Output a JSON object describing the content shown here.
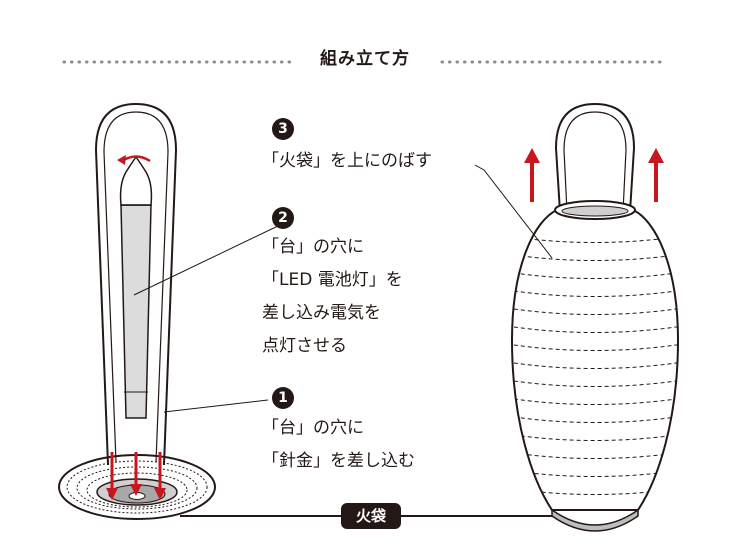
{
  "title": "組み立て方",
  "steps": [
    {
      "number": "3",
      "lines": [
        "「火袋」を上にのばす"
      ]
    },
    {
      "number": "2",
      "lines": [
        "「台」の穴に",
        "「LED 電池灯」を",
        "差し込み電気を",
        "点灯させる"
      ]
    },
    {
      "number": "1",
      "lines": [
        "「台」の穴に",
        "「針金」を差し込む"
      ]
    }
  ],
  "parts": {
    "lantern_label": "火袋"
  },
  "colors": {
    "ink": "#231815",
    "arrow": "#c8161d",
    "tube": "#dcdcdc",
    "base_disc": "#a8a8a8"
  }
}
